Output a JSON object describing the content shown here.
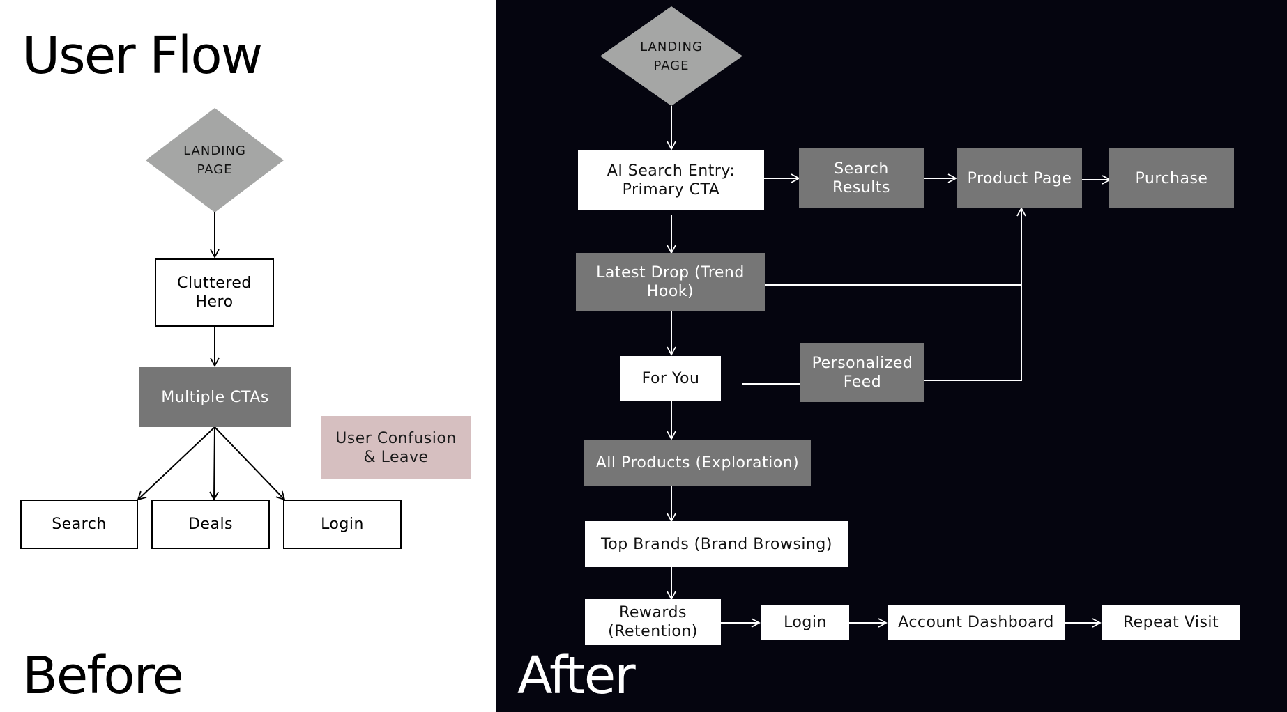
{
  "titles": {
    "main": "User Flow",
    "before": "Before",
    "after": "After"
  },
  "before": {
    "landing": "LANDING\nPAGE",
    "hero": "Cluttered\nHero",
    "ctas": "Multiple CTAs",
    "confusion": "User Confusion\n& Leave",
    "search": "Search",
    "deals": "Deals",
    "login": "Login"
  },
  "after": {
    "landing": "LANDING\nPAGE",
    "ai_search": "AI Search Entry:\nPrimary CTA",
    "search_results": "Search\nResults",
    "product_page": "Product Page",
    "purchase": "Purchase",
    "latest_drop": "Latest Drop (Trend\nHook)",
    "for_you": "For You",
    "personalized_feed": "Personalized\nFeed",
    "all_products": "All Products (Exploration)",
    "top_brands": "Top Brands (Brand Browsing)",
    "rewards": "Rewards\n(Retention)",
    "login": "Login",
    "account_dashboard": "Account Dashboard",
    "repeat_visit": "Repeat Visit"
  },
  "colors": {
    "left_bg": "#ffffff",
    "right_bg": "#05050f",
    "gray_node": "#767676",
    "diamond": "#a5a6a5",
    "pink_node": "#d6bfc0"
  }
}
